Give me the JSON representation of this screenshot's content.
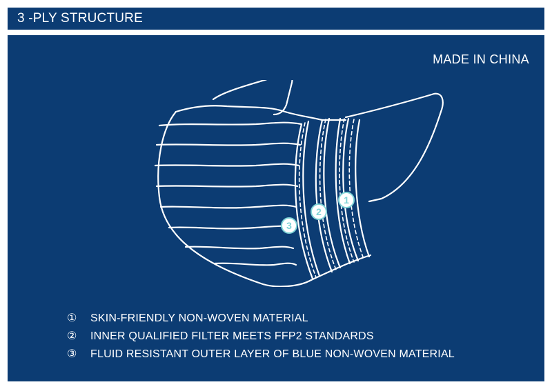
{
  "header": {
    "title": "3 -PLY STRUCTURE"
  },
  "panel": {
    "origin": "MADE IN CHINA",
    "colors": {
      "background": "#0c3c73",
      "line": "#ffffff",
      "badge": "#7fd3d6"
    },
    "callouts": [
      {
        "number": "1"
      },
      {
        "number": "2"
      },
      {
        "number": "3"
      }
    ],
    "legend": [
      {
        "marker": "①",
        "text": "SKIN-FRIENDLY NON-WOVEN MATERIAL"
      },
      {
        "marker": "②",
        "text": "INNER QUALIFIED FILTER MEETS FFP2 STANDARDS"
      },
      {
        "marker": "③",
        "text": "FLUID RESISTANT OUTER LAYER OF BLUE NON-WOVEN MATERIAL"
      }
    ]
  }
}
